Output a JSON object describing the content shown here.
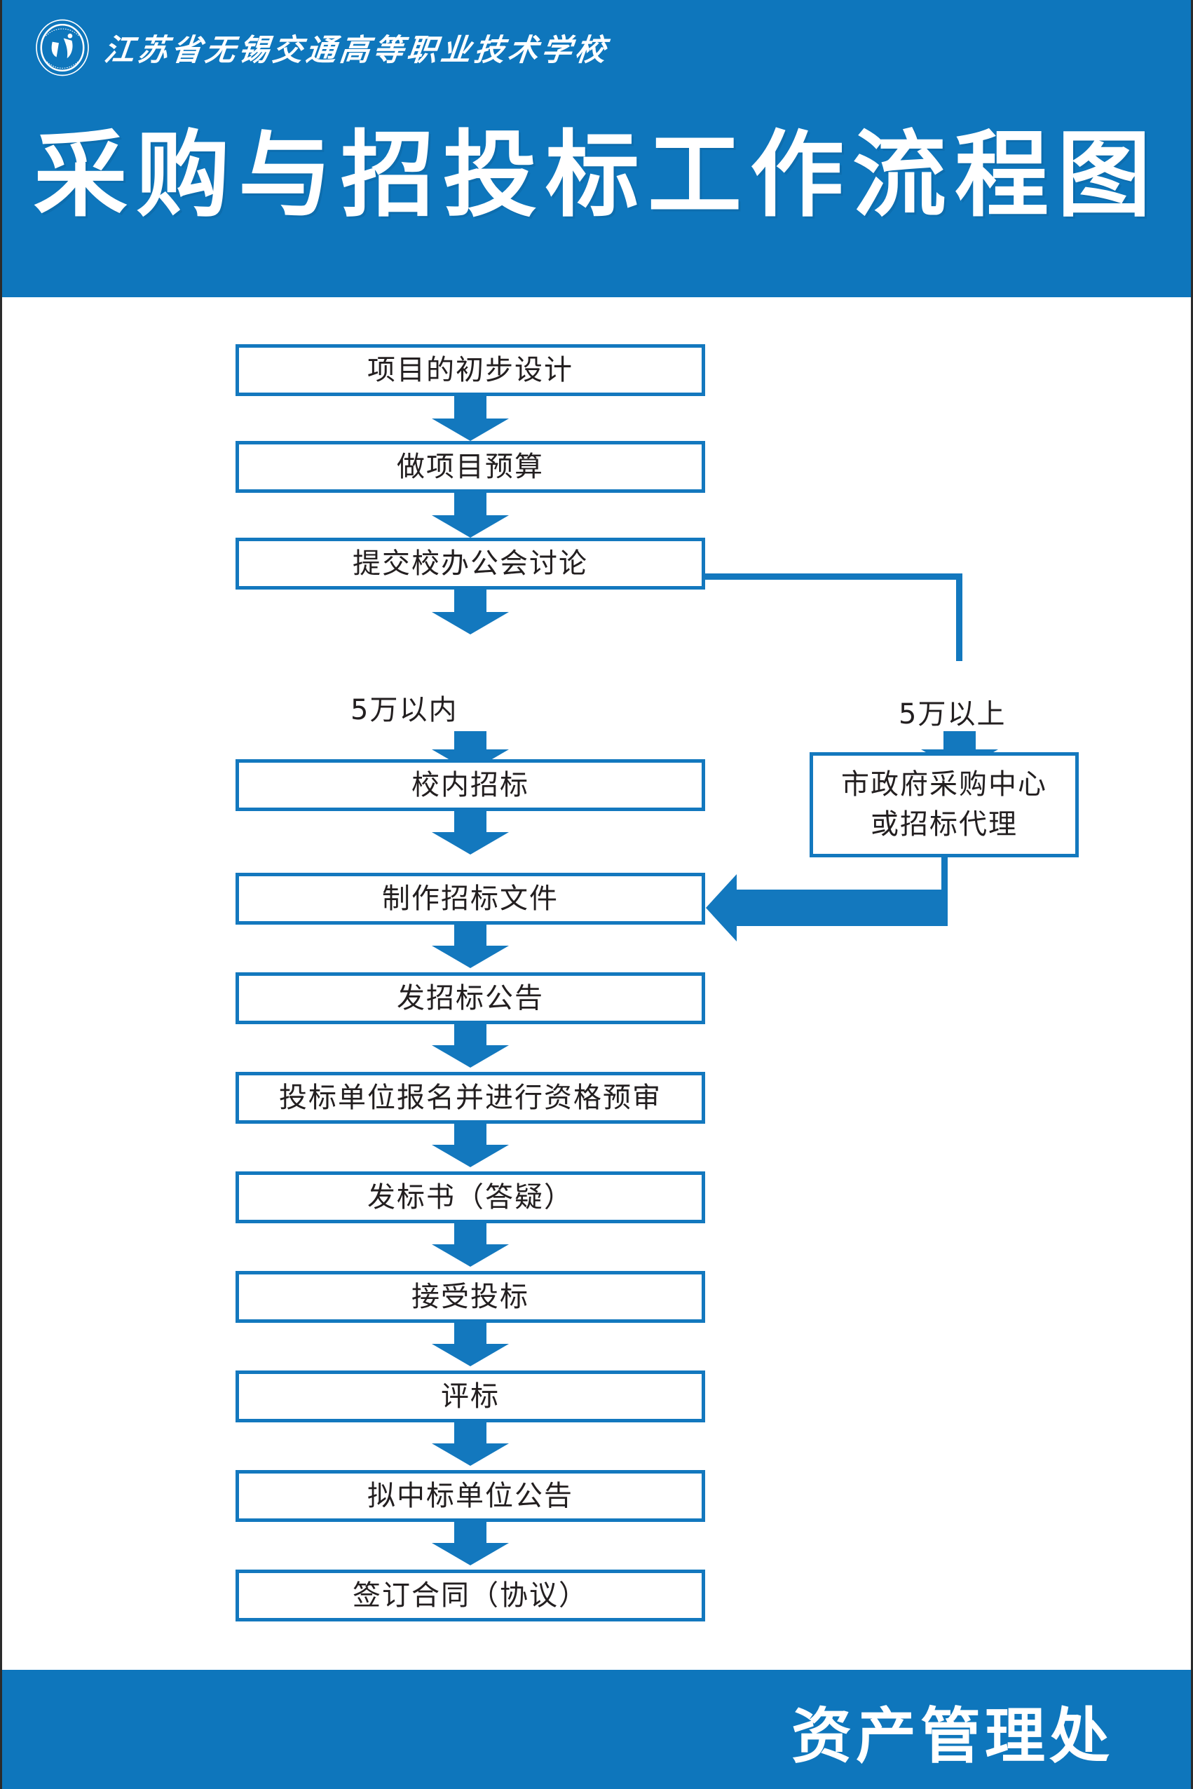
{
  "header": {
    "logo_icon": "school-emblem-icon",
    "school_name": "江苏省无锡交通高等职业技术学校",
    "title": "采购与招投标工作流程图",
    "band_color": "#0E76BC"
  },
  "footer": {
    "department": "资产管理处",
    "band_color": "#0E76BC"
  },
  "flow": {
    "node_border_color": "#1378BE",
    "arrow_color": "#1378BE",
    "text_color": "#231f20",
    "nodes": [
      {
        "id": "n1",
        "label": "项目的初步设计"
      },
      {
        "id": "n2",
        "label": "做项目预算"
      },
      {
        "id": "n3",
        "label": "提交校办公会讨论"
      },
      {
        "id": "n4",
        "label": "校内招标"
      },
      {
        "id": "n5",
        "label": "市政府采购中心\n或招标代理",
        "line1": "市政府采购中心",
        "line2": "或招标代理"
      },
      {
        "id": "n6",
        "label": "制作招标文件"
      },
      {
        "id": "n7",
        "label": "发招标公告"
      },
      {
        "id": "n8",
        "label": "投标单位报名并进行资格预审"
      },
      {
        "id": "n9",
        "label": "发标书（答疑）"
      },
      {
        "id": "n10",
        "label": "接受投标"
      },
      {
        "id": "n11",
        "label": "评标"
      },
      {
        "id": "n12",
        "label": "拟中标单位公告"
      },
      {
        "id": "n13",
        "label": "签订合同（协议）"
      }
    ],
    "branch_labels": {
      "left": "5万以内",
      "right": "5万以上"
    }
  }
}
